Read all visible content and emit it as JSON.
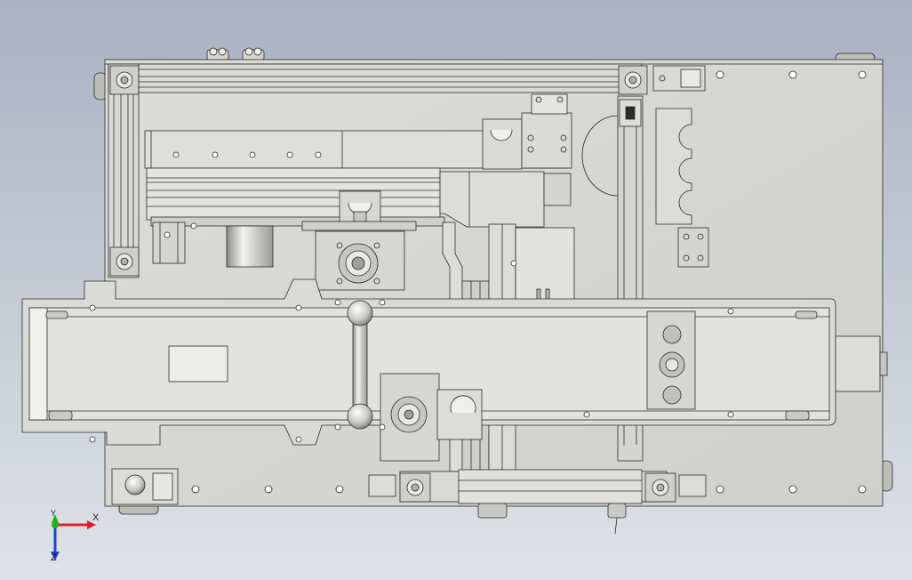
{
  "triad": {
    "x_label": "X",
    "y_label": "Y",
    "z_label": "Z",
    "x_color": "#e02020",
    "y_color": "#20b020",
    "z_color": "#2040d0"
  },
  "colors": {
    "background_top": "#a9b2c3",
    "background_bottom": "#dfe2e8",
    "part_fill": "#d6d6d2",
    "part_fill_light": "#e1e1dd",
    "part_fill_dark": "#b9b9b4",
    "edge": "#2b2b2b"
  }
}
